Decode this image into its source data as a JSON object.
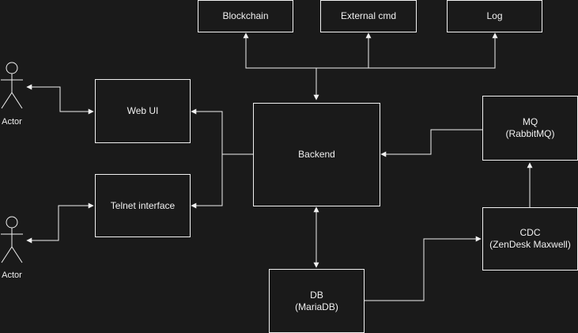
{
  "colors": {
    "background": "#1a1a1a",
    "stroke": "#f0f0f0",
    "text": "#f0f0f0"
  },
  "nodes": {
    "blockchain": {
      "label": "Blockchain"
    },
    "external_cmd": {
      "label": "External cmd"
    },
    "log": {
      "label": "Log"
    },
    "web_ui": {
      "label": "Web UI"
    },
    "telnet": {
      "label": "Telnet interface"
    },
    "backend": {
      "label": "Backend"
    },
    "mq": {
      "label": "MQ",
      "sublabel": "(RabbitMQ)"
    },
    "cdc": {
      "label": "CDC",
      "sublabel": "(ZenDesk Maxwell)"
    },
    "db": {
      "label": "DB",
      "sublabel": "(MariaDB)"
    }
  },
  "actors": [
    {
      "label": "Actor"
    },
    {
      "label": "Actor"
    }
  ]
}
